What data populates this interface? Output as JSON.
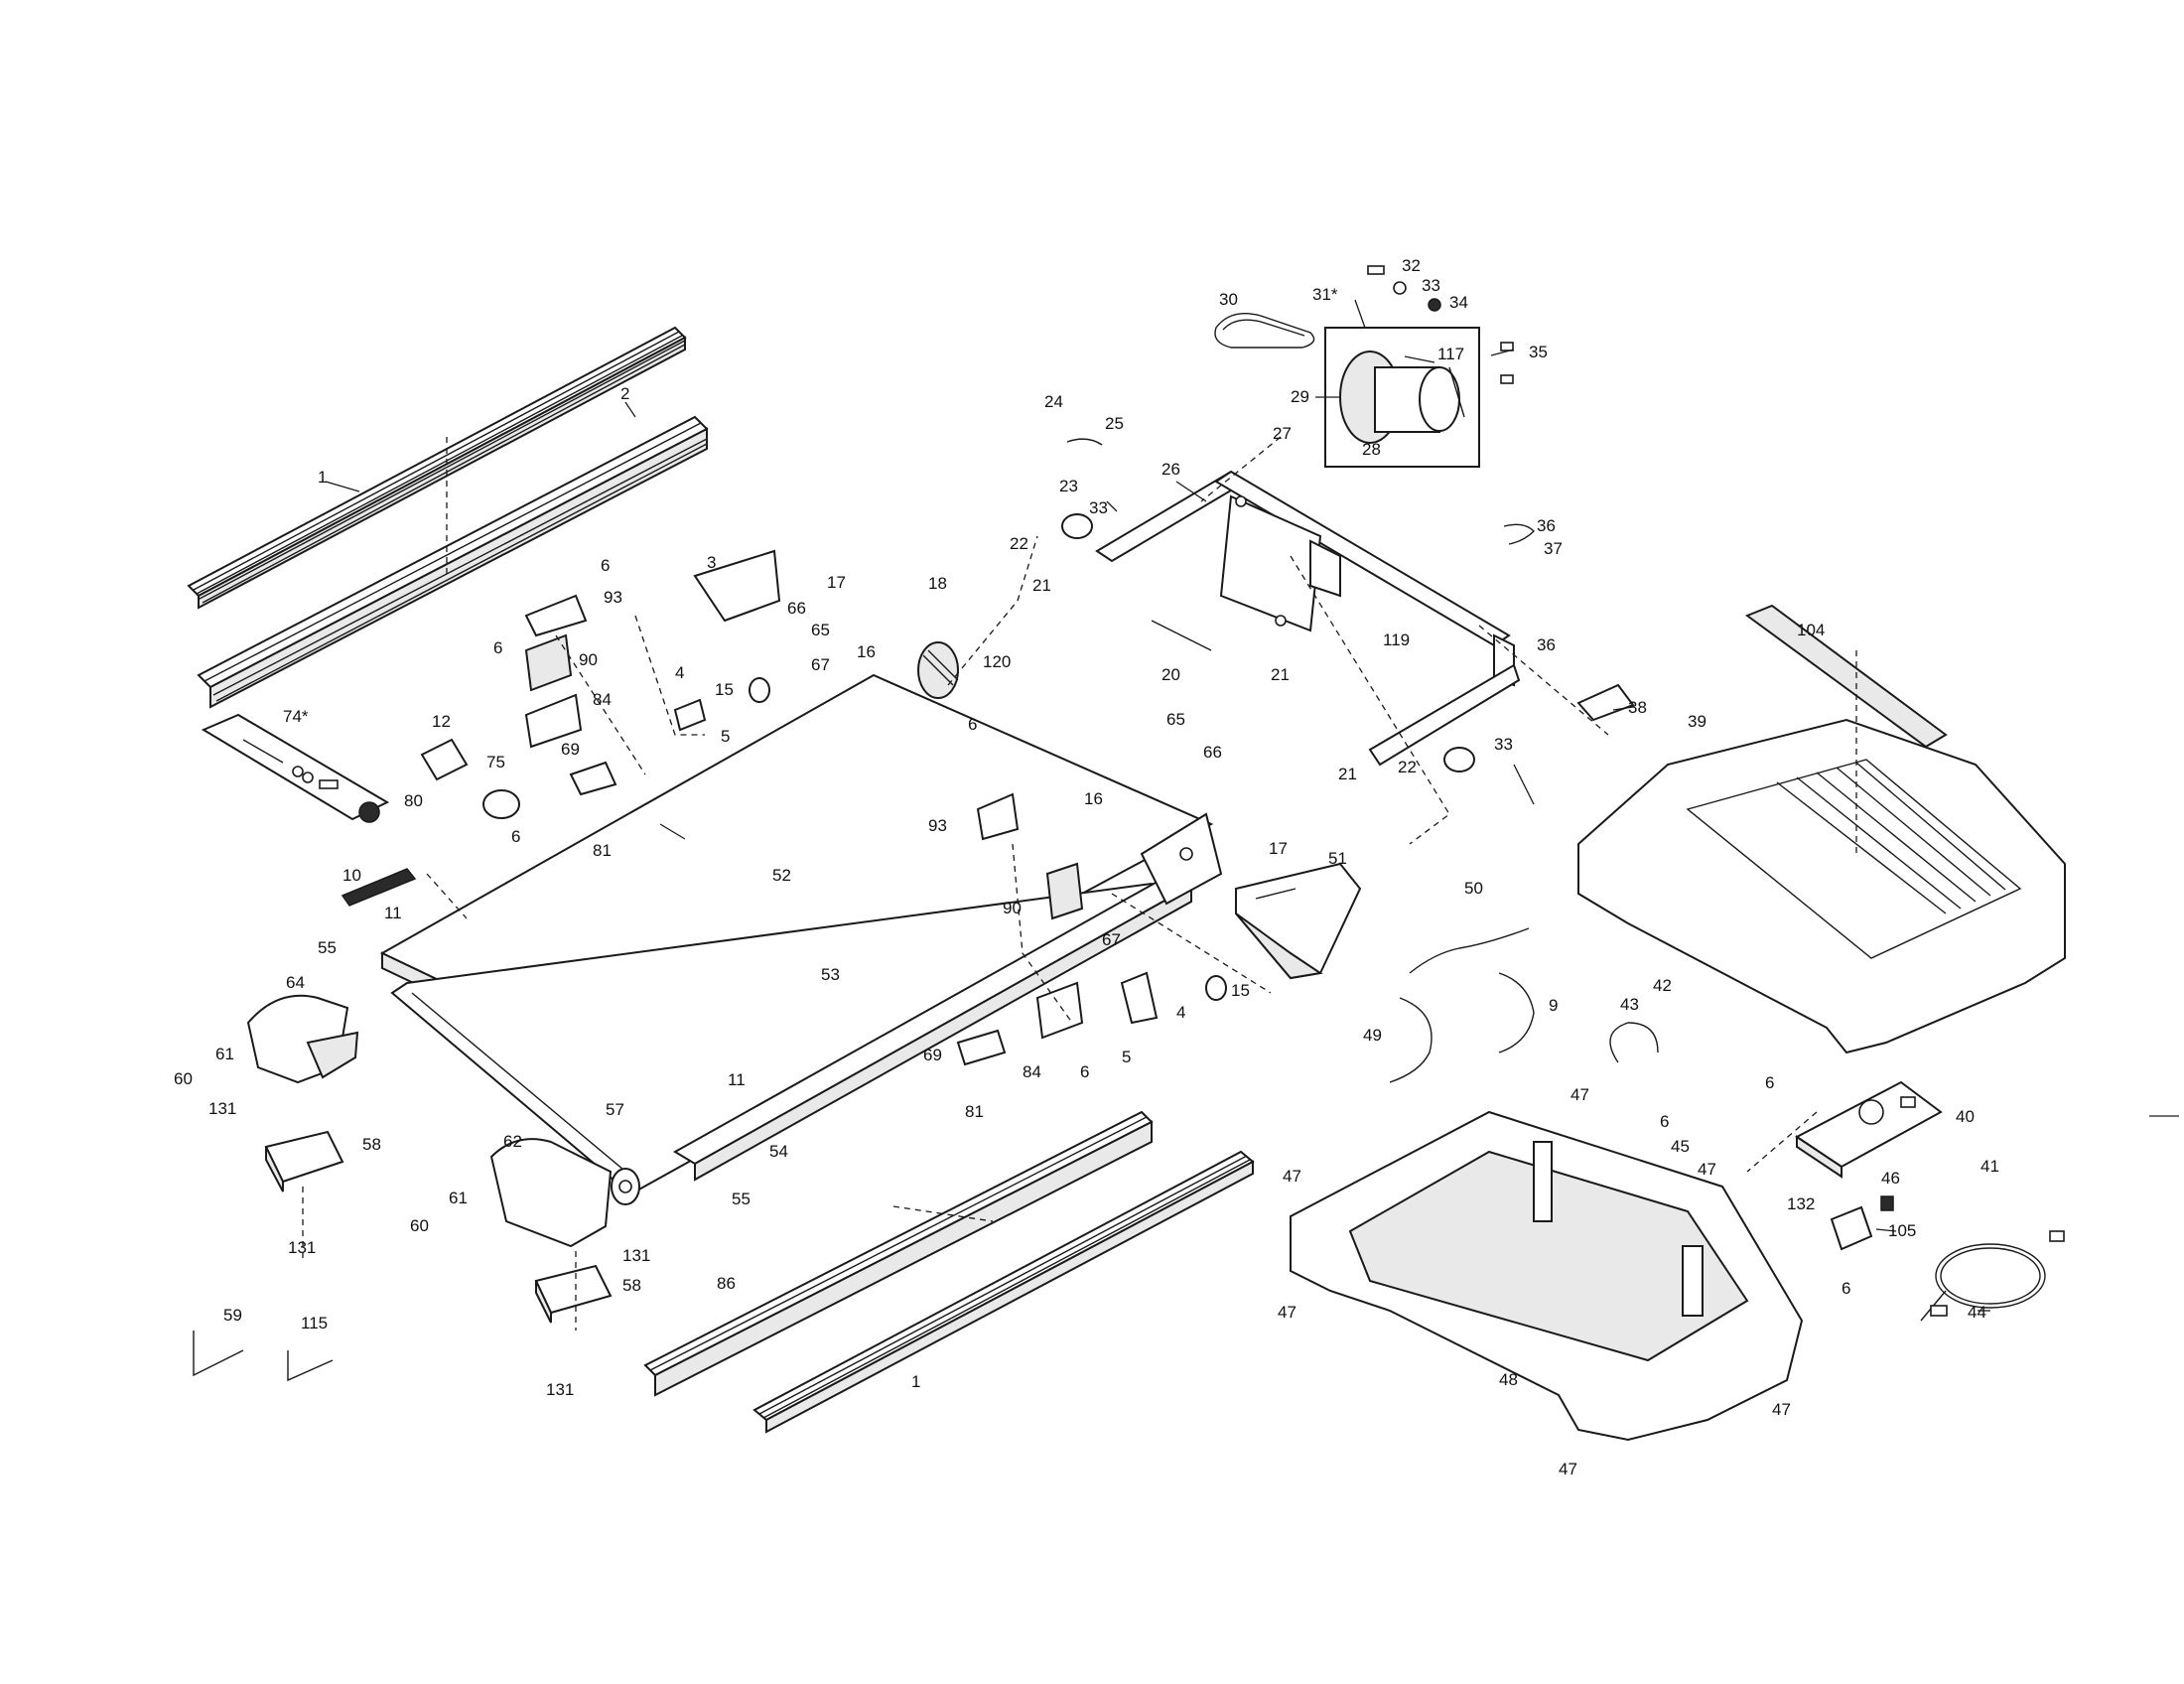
{
  "diagram": {
    "type": "exploded-parts-view",
    "colors": {
      "ink": "#1a1a1a",
      "paper": "#ffffff",
      "shade": "#e9e9e9"
    },
    "callouts": [
      {
        "id": "c1a",
        "text": "1"
      },
      {
        "id": "c2",
        "text": "2"
      },
      {
        "id": "c6a",
        "text": "6"
      },
      {
        "id": "c93a",
        "text": "93"
      },
      {
        "id": "c6b",
        "text": "6"
      },
      {
        "id": "c90a",
        "text": "90"
      },
      {
        "id": "c84a",
        "text": "84"
      },
      {
        "id": "c3",
        "text": "3"
      },
      {
        "id": "c17a",
        "text": "17"
      },
      {
        "id": "c66a",
        "text": "66"
      },
      {
        "id": "c65a",
        "text": "65"
      },
      {
        "id": "c67a",
        "text": "67"
      },
      {
        "id": "c16a",
        "text": "16"
      },
      {
        "id": "c18",
        "text": "18"
      },
      {
        "id": "c120",
        "text": "120"
      },
      {
        "id": "c15a",
        "text": "15"
      },
      {
        "id": "c4a",
        "text": "4"
      },
      {
        "id": "c5a",
        "text": "5"
      },
      {
        "id": "c74",
        "text": "74*"
      },
      {
        "id": "c12",
        "text": "12"
      },
      {
        "id": "c80",
        "text": "80"
      },
      {
        "id": "c75",
        "text": "75"
      },
      {
        "id": "c6c",
        "text": "6"
      },
      {
        "id": "c69a",
        "text": "69"
      },
      {
        "id": "c81a",
        "text": "81"
      },
      {
        "id": "c10",
        "text": "10"
      },
      {
        "id": "c11a",
        "text": "11"
      },
      {
        "id": "c52",
        "text": "52"
      },
      {
        "id": "c55a",
        "text": "55"
      },
      {
        "id": "c64",
        "text": "64"
      },
      {
        "id": "c53",
        "text": "53"
      },
      {
        "id": "c60a",
        "text": "60"
      },
      {
        "id": "c61a",
        "text": "61"
      },
      {
        "id": "c131a",
        "text": "131"
      },
      {
        "id": "c58a",
        "text": "58"
      },
      {
        "id": "c131b",
        "text": "131"
      },
      {
        "id": "c57",
        "text": "57"
      },
      {
        "id": "c11b",
        "text": "11"
      },
      {
        "id": "c54",
        "text": "54"
      },
      {
        "id": "c55b",
        "text": "55"
      },
      {
        "id": "c62",
        "text": "62"
      },
      {
        "id": "c60b",
        "text": "60"
      },
      {
        "id": "c61b",
        "text": "61"
      },
      {
        "id": "c131c",
        "text": "131"
      },
      {
        "id": "c58b",
        "text": "58"
      },
      {
        "id": "c131d",
        "text": "131"
      },
      {
        "id": "c59",
        "text": "59"
      },
      {
        "id": "c115",
        "text": "115"
      },
      {
        "id": "c86",
        "text": "86"
      },
      {
        "id": "c1b",
        "text": "1"
      },
      {
        "id": "c24",
        "text": "24"
      },
      {
        "id": "c25",
        "text": "25"
      },
      {
        "id": "c23",
        "text": "23"
      },
      {
        "id": "c33a",
        "text": "33"
      },
      {
        "id": "c22a",
        "text": "22"
      },
      {
        "id": "c21a",
        "text": "21"
      },
      {
        "id": "c26",
        "text": "26"
      },
      {
        "id": "c30",
        "text": "30"
      },
      {
        "id": "c31",
        "text": "31*"
      },
      {
        "id": "c32",
        "text": "32"
      },
      {
        "id": "c33b",
        "text": "33"
      },
      {
        "id": "c34",
        "text": "34"
      },
      {
        "id": "c117",
        "text": "117"
      },
      {
        "id": "c35",
        "text": "35"
      },
      {
        "id": "c29",
        "text": "29"
      },
      {
        "id": "c28",
        "text": "28"
      },
      {
        "id": "c27",
        "text": "27"
      },
      {
        "id": "c36a",
        "text": "36"
      },
      {
        "id": "c37",
        "text": "37"
      },
      {
        "id": "c20",
        "text": "20"
      },
      {
        "id": "c21b",
        "text": "21"
      },
      {
        "id": "c119",
        "text": "119"
      },
      {
        "id": "c36b",
        "text": "36"
      },
      {
        "id": "c38",
        "text": "38"
      },
      {
        "id": "c21c",
        "text": "21"
      },
      {
        "id": "c22b",
        "text": "22"
      },
      {
        "id": "c33c",
        "text": "33"
      },
      {
        "id": "c6d",
        "text": "6"
      },
      {
        "id": "c16b",
        "text": "16"
      },
      {
        "id": "c65b",
        "text": "65"
      },
      {
        "id": "c66b",
        "text": "66"
      },
      {
        "id": "c93b",
        "text": "93"
      },
      {
        "id": "c90b",
        "text": "90"
      },
      {
        "id": "c17b",
        "text": "17"
      },
      {
        "id": "c51",
        "text": "51"
      },
      {
        "id": "c67b",
        "text": "67"
      },
      {
        "id": "c15b",
        "text": "15"
      },
      {
        "id": "c4b",
        "text": "4"
      },
      {
        "id": "c5b",
        "text": "5"
      },
      {
        "id": "c84b",
        "text": "84"
      },
      {
        "id": "c6e",
        "text": "6"
      },
      {
        "id": "c69b",
        "text": "69"
      },
      {
        "id": "c81b",
        "text": "81"
      },
      {
        "id": "c104",
        "text": "104"
      },
      {
        "id": "c39",
        "text": "39"
      },
      {
        "id": "c50",
        "text": "50"
      },
      {
        "id": "c49",
        "text": "49"
      },
      {
        "id": "c9",
        "text": "9"
      },
      {
        "id": "c43",
        "text": "43"
      },
      {
        "id": "c42",
        "text": "42"
      },
      {
        "id": "c6f",
        "text": "6"
      },
      {
        "id": "c40",
        "text": "40"
      },
      {
        "id": "c47a",
        "text": "47"
      },
      {
        "id": "c47b",
        "text": "47"
      },
      {
        "id": "c6g",
        "text": "6"
      },
      {
        "id": "c45",
        "text": "45"
      },
      {
        "id": "c47c",
        "text": "47"
      },
      {
        "id": "c46",
        "text": "46"
      },
      {
        "id": "c41",
        "text": "41"
      },
      {
        "id": "c132",
        "text": "132"
      },
      {
        "id": "c105",
        "text": "105"
      },
      {
        "id": "c6h",
        "text": "6"
      },
      {
        "id": "c44",
        "text": "44"
      },
      {
        "id": "c47d",
        "text": "47"
      },
      {
        "id": "c48",
        "text": "48"
      },
      {
        "id": "c47e",
        "text": "47"
      },
      {
        "id": "c47f",
        "text": "47"
      }
    ]
  }
}
